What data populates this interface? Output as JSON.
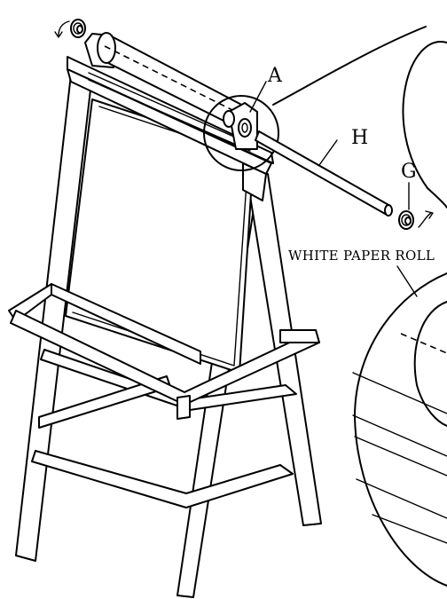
{
  "labels": {
    "a": "A",
    "h": "H",
    "g": "G",
    "paper_roll": "WHITE PAPER ROLL"
  },
  "colors": {
    "line": "#000000",
    "background": "#ffffff"
  }
}
